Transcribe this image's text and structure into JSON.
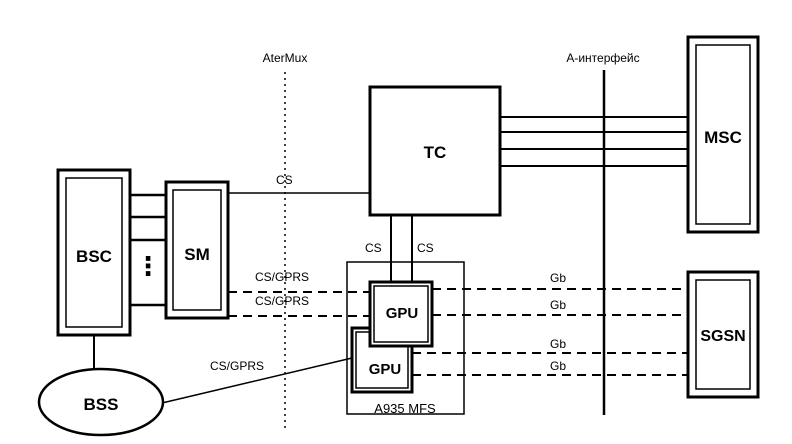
{
  "interfaces": {
    "atermux": "AterMux",
    "a_interface": "А-интерфейс"
  },
  "nodes": {
    "bsc": "BSC",
    "sm": "SM",
    "tc": "TC",
    "msc": "MSC",
    "sgsn": "SGSN",
    "bss": "BSS",
    "gpu_top": "GPU",
    "gpu_bottom": "GPU",
    "mfs": "A935 MFS",
    "ellipsis": "⋮"
  },
  "links": {
    "sm_tc": "CS",
    "tc_gpu_left": "CS",
    "tc_gpu_right": "CS",
    "sm_gpu_1": "CS/GPRS",
    "sm_gpu_2": "CS/GPRS",
    "bss_gpu": "CS/GPRS",
    "gb_1": "Gb",
    "gb_2": "Gb",
    "gb_3": "Gb",
    "gb_4": "Gb"
  }
}
